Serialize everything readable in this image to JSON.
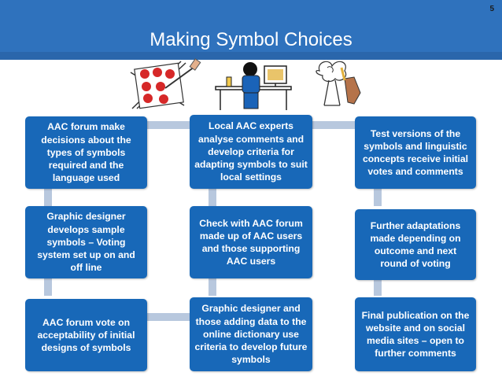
{
  "slide": {
    "number": "5",
    "title": "Making Symbol Choices"
  },
  "colors": {
    "header": "#2f72bd",
    "box": "#1868b8",
    "connector": "#b8c8de",
    "box_text": "#ffffff"
  },
  "illustrations": [
    "symbol-chart-pointing-icon",
    "person-at-computer-icon",
    "hand-drawing-idea-icon"
  ],
  "boxes": [
    {
      "text": "AAC forum make decisions about the types of symbols required and the language used"
    },
    {
      "text": "Local AAC experts analyse comments and develop criteria for adapting symbols to suit local settings"
    },
    {
      "text": "Test versions of the symbols and linguistic concepts receive initial votes and comments"
    },
    {
      "text": "Graphic designer develops sample symbols – Voting system set up on and off line"
    },
    {
      "text": "Check with AAC forum made up of AAC users and those supporting AAC users"
    },
    {
      "text": "Further adaptations made depending on outcome  and next round of voting"
    },
    {
      "text": "AAC forum vote on acceptability of initial designs of symbols"
    },
    {
      "text": "Graphic designer and those adding data to the online dictionary use criteria to develop future symbols"
    },
    {
      "text": "Final publication on the website and on social media sites – open to further comments"
    }
  ]
}
